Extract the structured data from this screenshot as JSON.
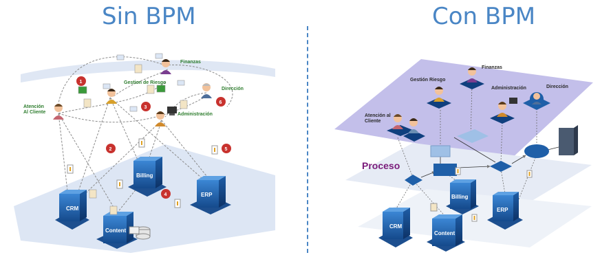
{
  "titles": {
    "left": "Sin BPM",
    "right": "Con BPM"
  },
  "left": {
    "roles": {
      "finanzas": "Finanzas",
      "gestion_riesgo": "Gestion de Riesgo",
      "direccion": "Dirección",
      "atencion": "Atención\nAl Cliente",
      "administracion": "Administración"
    },
    "systems": {
      "crm": "CRM",
      "billing": "Billing",
      "erp": "ERP",
      "content": "Content"
    },
    "numbers": [
      "1",
      "2",
      "3",
      "4",
      "5",
      "6"
    ]
  },
  "right": {
    "roles": {
      "finanzas": "Finanzas",
      "gestion_riesgo": "Gestión Riesgo",
      "administracion": "Administración",
      "direccion": "Dirección",
      "atencion": "Atención al\nCliente"
    },
    "proceso": "Proceso",
    "systems": {
      "crm": "CRM",
      "billing": "Billing",
      "erp": "ERP",
      "content": "Content"
    }
  },
  "colors": {
    "title": "#4a86c5",
    "server": "#1f5fa8",
    "badge": "#c8322e",
    "role_label": "#2e7d2e",
    "proceso": "#7a1b7a",
    "plane_purple": "#b9b4e6"
  }
}
